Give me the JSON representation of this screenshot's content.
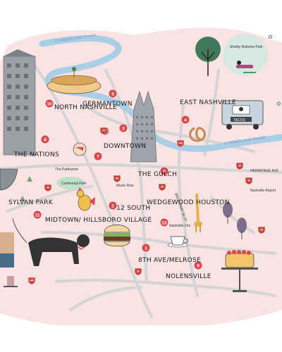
{
  "river": {
    "name": "CUMBERLAND RIVER"
  },
  "colors": {
    "land": "#f9e4e3",
    "river": "#a9cfe6",
    "road": "#cfcfcf",
    "pin": "#e0474b",
    "shield": "#c9443a"
  },
  "neighborhoods": {
    "north_nashville": "NORTH NASHVILLE",
    "germantown": "GERMANTOWN",
    "east_nashville": "EAST NASHVILLE",
    "the_nations": "THE NATIONS",
    "downtown": "DOWNTOWN",
    "the_gulch": "THE GULCH",
    "sylvan_park": "SYLVAN PARK",
    "midtown": "MIDTOWN/ HILLSBORO VILLAGE",
    "twelve_south": "12 SOUTH",
    "wedgewood": "WEDGEWOOD HOUSTON",
    "eighth_ave": "8TH AVE/MELROSE",
    "nolensville": "NOLENSVILLE"
  },
  "places": {
    "shelby_park": "Shelby Bottoms Park",
    "parthenon": "The Parthenon",
    "centennial": "Centennial Park",
    "music_row": "Music Row",
    "nashville_zoo": "Nashville Zoo",
    "airport": "Nashville Airport",
    "hermitage": "HERMITAGE AVE",
    "tacos": "TACOS",
    "blvd": "BROADWAY BLVD"
  },
  "pins": [
    "1",
    "2",
    "3",
    "4",
    "5",
    "6",
    "7",
    "8",
    "9",
    "10",
    "11",
    "12"
  ],
  "shields": [
    "24",
    "40",
    "65",
    "440",
    "31"
  ]
}
